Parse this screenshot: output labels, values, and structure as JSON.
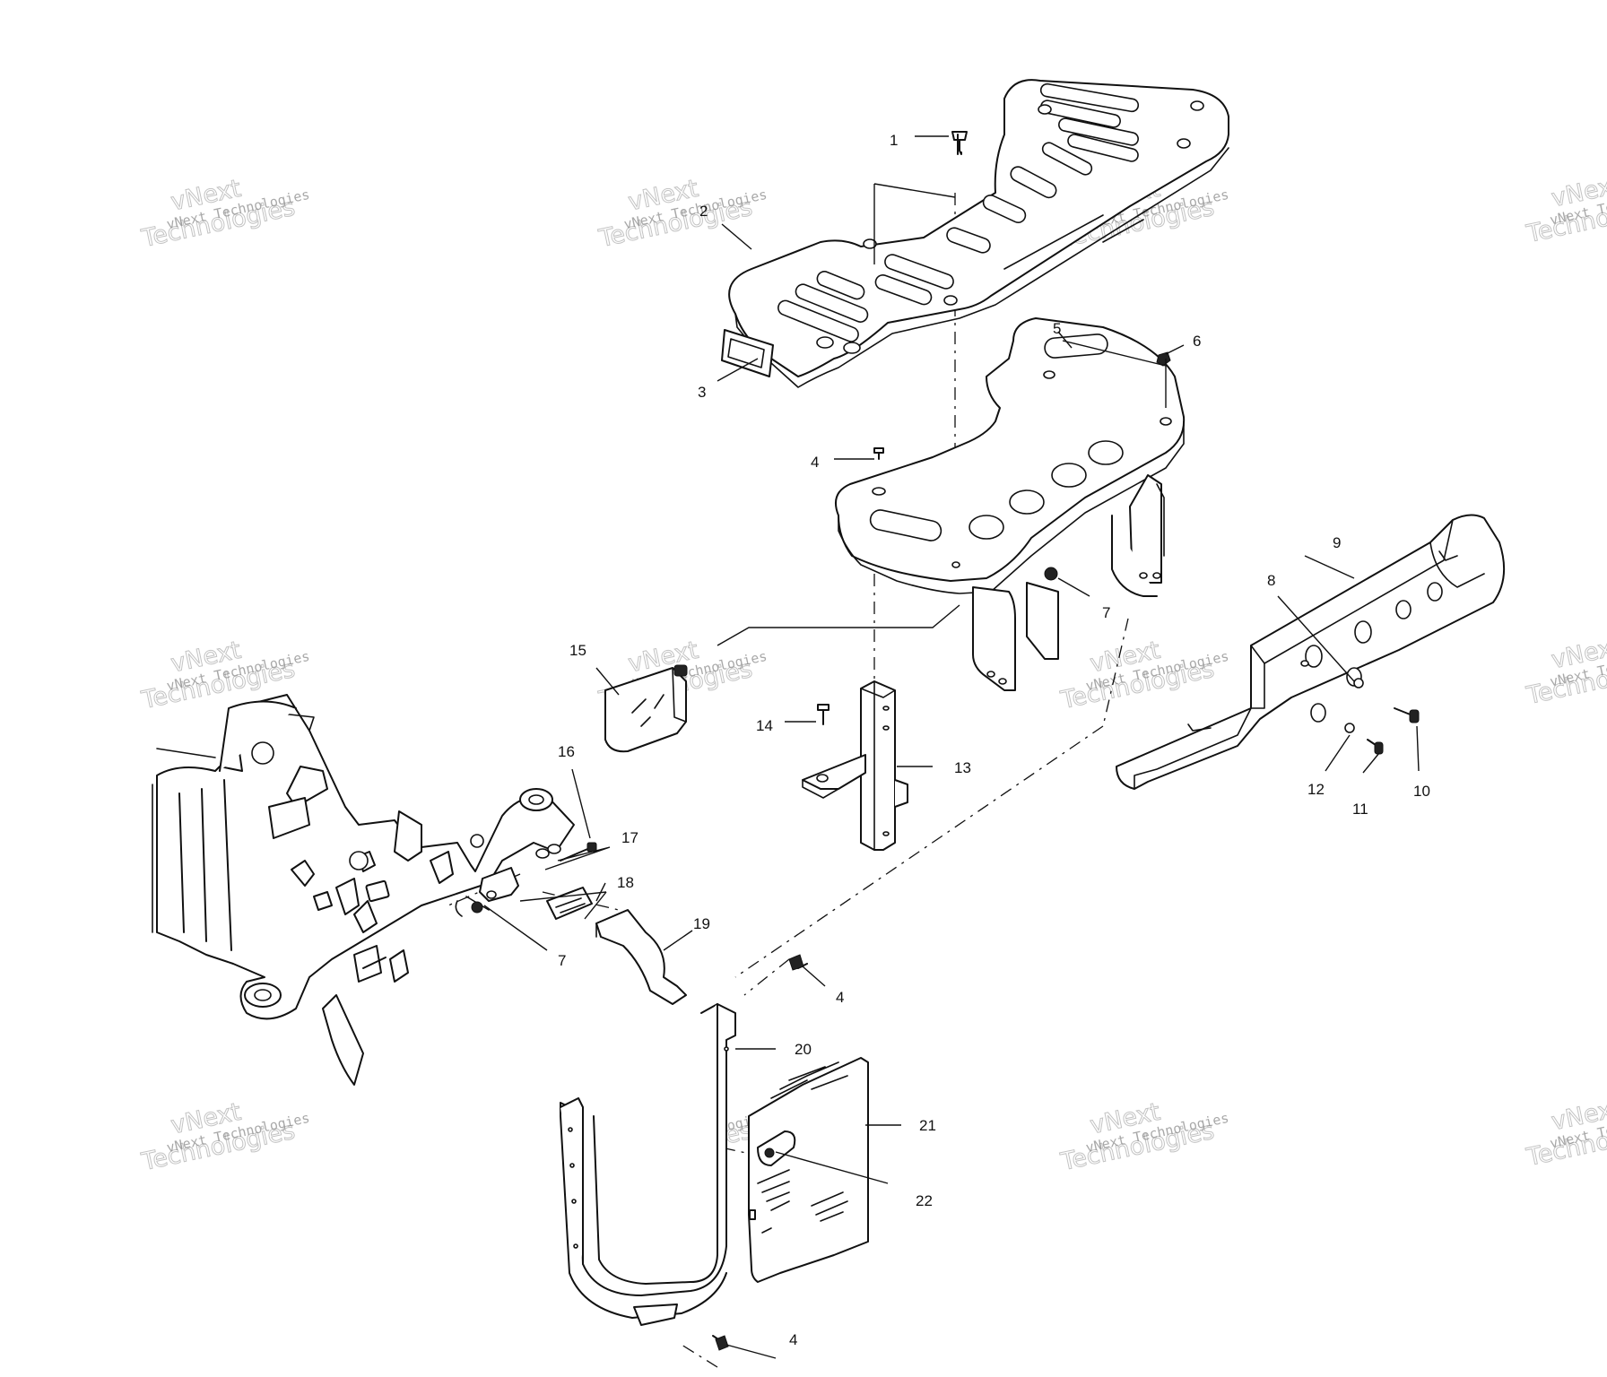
{
  "callouts": [
    {
      "label": "1"
    },
    {
      "label": "2"
    },
    {
      "label": "3"
    },
    {
      "label": "4"
    },
    {
      "label": "5"
    },
    {
      "label": "6"
    },
    {
      "label": "4"
    },
    {
      "label": "7"
    },
    {
      "label": "9"
    },
    {
      "label": "8"
    },
    {
      "label": "15"
    },
    {
      "label": "14"
    },
    {
      "label": "13"
    },
    {
      "label": "12"
    },
    {
      "label": "11"
    },
    {
      "label": "10"
    },
    {
      "label": "16"
    },
    {
      "label": "17"
    },
    {
      "label": "18"
    },
    {
      "label": "19"
    },
    {
      "label": "7"
    },
    {
      "label": "4"
    },
    {
      "label": "20"
    },
    {
      "label": "21"
    },
    {
      "label": "22"
    },
    {
      "label": "4"
    }
  ],
  "watermark": {
    "name": "vNext Technologies",
    "logo_top": "vNext",
    "logo_bottom": "Technologies"
  }
}
